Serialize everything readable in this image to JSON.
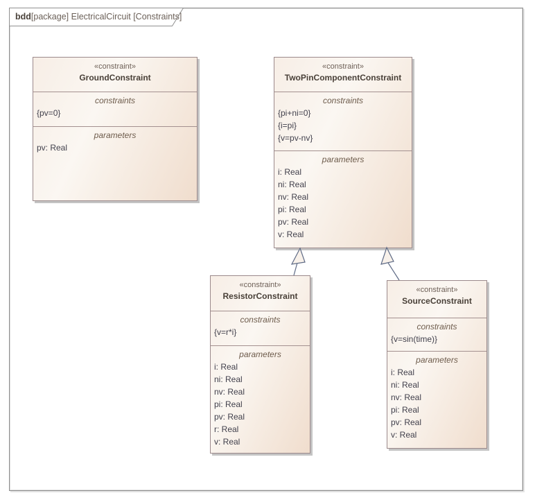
{
  "frame": {
    "tab_keyword": "bdd",
    "tab_rest": "[package] ElectricalCircuit [Constraints]"
  },
  "blocks": [
    {
      "stereotype": "«constraint»",
      "name": "GroundConstraint",
      "compartments": [
        {
          "label": "constraints",
          "items": [
            "{pv=0}"
          ]
        },
        {
          "label": "parameters",
          "items": [
            "pv: Real"
          ]
        }
      ]
    },
    {
      "stereotype": "«constraint»",
      "name": "TwoPinComponentConstraint",
      "compartments": [
        {
          "label": "constraints",
          "items": [
            "{pi+ni=0}",
            "{i=pi}",
            "{v=pv-nv}"
          ]
        },
        {
          "label": "parameters",
          "items": [
            "i: Real",
            "ni: Real",
            "nv: Real",
            "pi: Real",
            "pv: Real",
            "v: Real"
          ]
        }
      ]
    },
    {
      "stereotype": "«constraint»",
      "name": "ResistorConstraint",
      "compartments": [
        {
          "label": "constraints",
          "items": [
            "{v=r*i}"
          ]
        },
        {
          "label": "parameters",
          "items": [
            "i: Real",
            "ni: Real",
            "nv: Real",
            "pi: Real",
            "pv: Real",
            "r: Real",
            "v: Real"
          ]
        }
      ]
    },
    {
      "stereotype": "«constraint»",
      "name": "SourceConstraint",
      "compartments": [
        {
          "label": "constraints",
          "items": [
            "{v=sin(time)}"
          ]
        },
        {
          "label": "parameters",
          "items": [
            "i: Real",
            "ni: Real",
            "nv: Real",
            "pi: Real",
            "pv: Real",
            "v: Real"
          ]
        }
      ]
    }
  ],
  "connectors": [
    {
      "type": "generalization",
      "from": "ResistorConstraint",
      "to": "TwoPinComponentConstraint"
    },
    {
      "type": "generalization",
      "from": "SourceConstraint",
      "to": "TwoPinComponentConstraint"
    }
  ],
  "colors": {
    "block_border": "#9b898b",
    "block_fill_light": "#fbf7f2",
    "block_fill_dark": "#f0ddcd",
    "connector_line": "#5e6a85",
    "frame_border": "#8f8f8f",
    "shadow": "#c4c4c4"
  }
}
